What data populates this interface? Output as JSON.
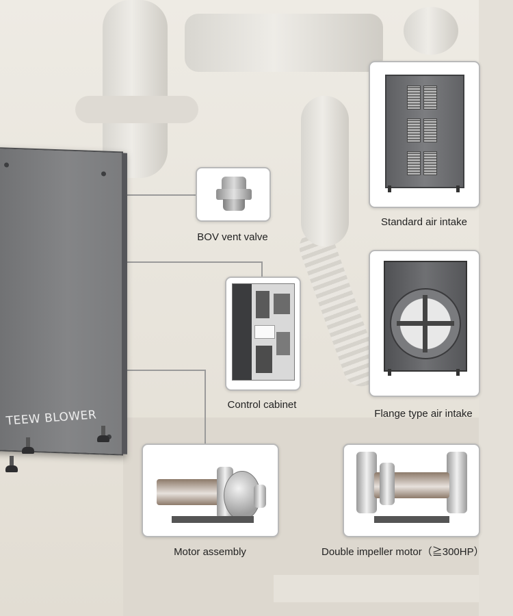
{
  "brand": "TEEW BLOWER",
  "components": {
    "bov": {
      "label": "BOV vent valve"
    },
    "standard_intake": {
      "label": "Standard air intake"
    },
    "control": {
      "label": "Control cabinet"
    },
    "flange_intake": {
      "label": "Flange type air intake"
    },
    "motor": {
      "label": "Motor assembly"
    },
    "double_motor": {
      "label": "Double impeller motor（≧300HP）"
    }
  },
  "colors": {
    "background": "#e9e5dc",
    "housing": "#7b7c7e",
    "card_border": "#b9b9b9",
    "connector": "#9a9a9a"
  }
}
